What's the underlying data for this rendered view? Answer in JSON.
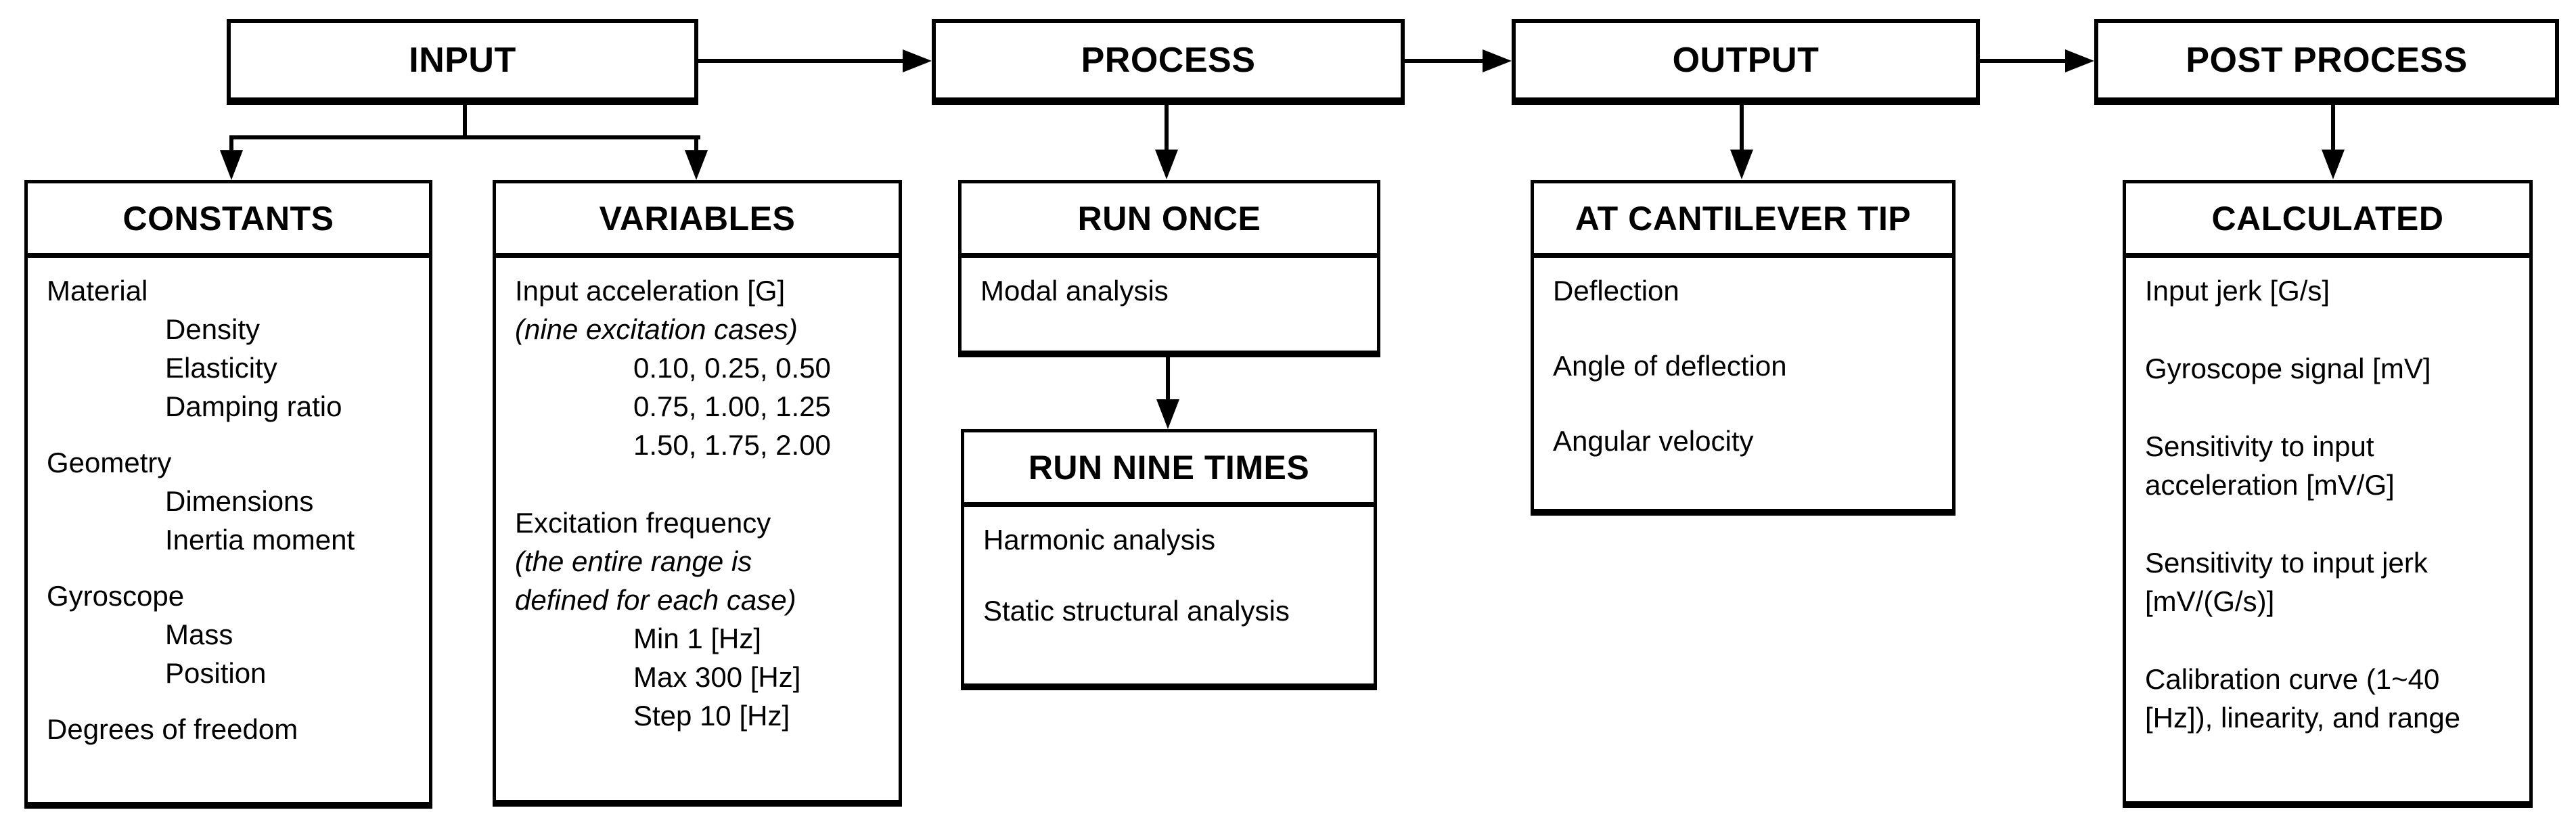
{
  "diagram": {
    "stages": [
      {
        "label": "INPUT"
      },
      {
        "label": "PROCESS"
      },
      {
        "label": "OUTPUT"
      },
      {
        "label": "POST PROCESS"
      }
    ],
    "constants": {
      "title": "CONSTANTS",
      "groups": [
        {
          "heading": "Material",
          "items": [
            "Density",
            "Elasticity",
            "Damping ratio"
          ]
        },
        {
          "heading": "Geometry",
          "items": [
            "Dimensions",
            "Inertia moment"
          ]
        },
        {
          "heading": "Gyroscope",
          "items": [
            "Mass",
            "Position"
          ]
        },
        {
          "heading": "Degrees of freedom",
          "items": []
        }
      ]
    },
    "variables": {
      "title": "VARIABLES",
      "acceleration_label": "Input acceleration [G]",
      "acceleration_note": "(nine excitation cases)",
      "acceleration_values": [
        "0.10, 0.25, 0.50",
        "0.75, 1.00, 1.25",
        "1.50, 1.75, 2.00"
      ],
      "frequency_label": "Excitation frequency",
      "frequency_note_line1": "(the entire range is",
      "frequency_note_line2": "defined for each case)",
      "frequency_values": [
        "Min 1 [Hz]",
        "Max 300 [Hz]",
        "Step 10 [Hz]"
      ]
    },
    "run_once": {
      "title": "RUN ONCE",
      "items": [
        "Modal analysis"
      ]
    },
    "run_nine_times": {
      "title": "RUN NINE TIMES",
      "items": [
        "Harmonic analysis",
        "Static structural analysis"
      ]
    },
    "cantilever_tip": {
      "title": "AT CANTILEVER TIP",
      "items": [
        "Deflection",
        "Angle of deflection",
        "Angular velocity"
      ]
    },
    "calculated": {
      "title": "CALCULATED",
      "items": [
        "Input jerk [G/s]",
        "Gyroscope signal [mV]",
        "Sensitivity to input acceleration [mV/G]",
        "Sensitivity to input jerk [mV/(G/s)]",
        "Calibration curve (1~40 [Hz]), linearity, and range"
      ]
    }
  },
  "colors": {
    "background": "#ffffff",
    "line": "#000000",
    "text": "#000000"
  }
}
